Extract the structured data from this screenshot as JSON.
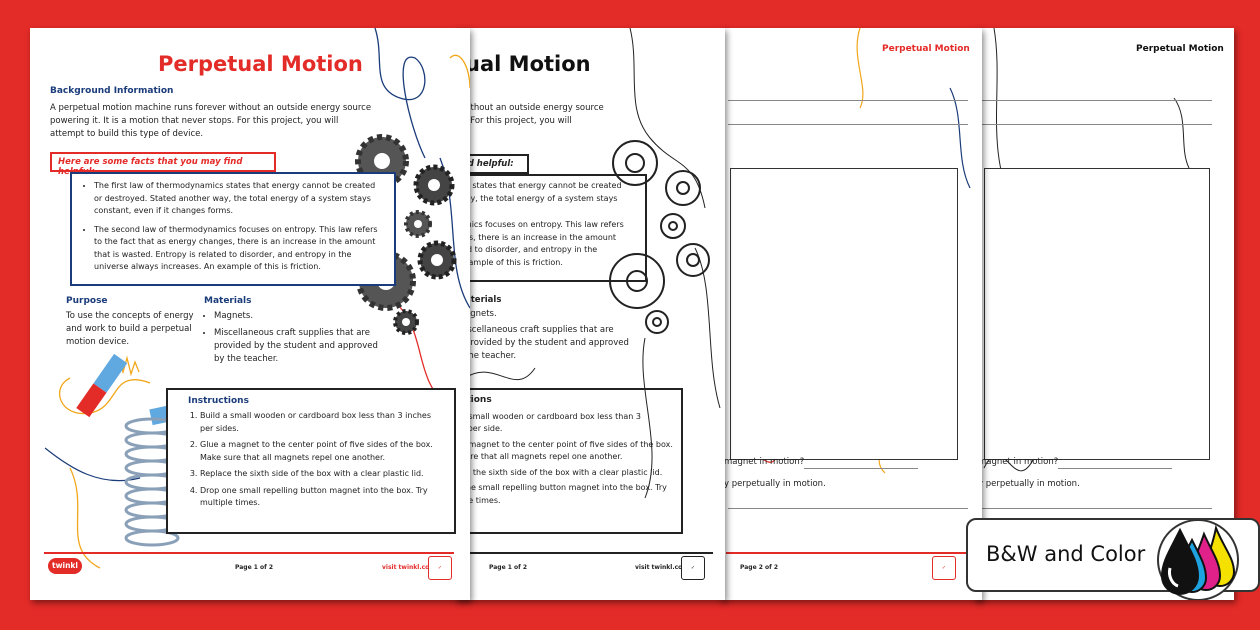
{
  "badge": {
    "label": "B&W and Color",
    "icon": "ink-drops-icon"
  },
  "colors": {
    "background": "#e32b28",
    "accent_red": "#e32b28",
    "navy": "#1b3c7a"
  },
  "sheet1": {
    "title": "Perpetual Motion",
    "bg_heading": "Background Information",
    "bg_lines": [
      "A perpetual motion machine runs forever without an outside energy source",
      "powering it. It is a motion that never stops. For this project, you will",
      "attempt to build this type of device."
    ],
    "facts_heading": "Here are some facts that you may find helpful:",
    "facts": [
      "The first law of thermodynamics states that energy cannot be created or destroyed. Stated another way, the total energy of a system stays constant, even if it changes forms.",
      "The second law of thermodynamics focuses on entropy. This law refers to the fact that as energy changes, there is an increase in the amount that is wasted. Entropy is related to disorder, and entropy in the universe always increases. An example of this is friction."
    ],
    "purpose_heading": "Purpose",
    "purpose_lines": [
      "To use the concepts of energy",
      "and work to build a perpetual",
      "motion device."
    ],
    "materials_heading": "Materials",
    "materials": [
      "Magnets.",
      "Miscellaneous craft supplies that are provided by the student and approved by the teacher."
    ],
    "instructions_heading": "Instructions",
    "instructions": [
      "Build a small wooden or cardboard box less than 3 inches per sides.",
      "Glue a magnet to the center point of five sides of the box. Make sure that all magnets repel one another.",
      "Replace the sixth side of the box with a clear plastic lid.",
      "Drop one small repelling button magnet into the box. Try multiple times."
    ],
    "logo": "twinkl",
    "page": "Page 1 of 2",
    "visit": "visit twinkl.com"
  },
  "sheet2": {
    "title": "tual Motion",
    "bg_lines": [
      "r without an outside energy source",
      "ps. For this project, you will"
    ],
    "facts_heading": "find helpful:",
    "fact_lines": [
      "ics states that energy cannot be created",
      "way, the total energy of a system stays",
      "",
      "amics focuses on entropy. This law refers",
      "ges, there is an increase in the amount",
      "ted to disorder, and entropy in the",
      "example of this is friction."
    ],
    "materials_heading": "aterials",
    "material_lines": [
      "agnets.",
      "iscellaneous craft supplies that are",
      "provided by the student and approved",
      "the teacher."
    ],
    "instructions_heading": "ctions",
    "instr_lines": [
      "a small wooden or cardboard box less than 3",
      "s per side.",
      "a magnet to the center point of five sides of the box.",
      "sure that all magnets repel one another.",
      "ce the sixth side of the box with a clear plastic lid.",
      "one small repelling button magnet into the box. Try",
      "ple times."
    ],
    "page": "Page 1 of 2",
    "visit": "visit twinkl.com"
  },
  "sheet3": {
    "title": "Perpetual Motion",
    "q1": "magnet in motion?",
    "q2": "y perpetually in motion.",
    "page": "Page 2 of 2"
  },
  "sheet4": {
    "title": "Perpetual Motion",
    "q1": "magnet in motion?",
    "q2": "y perpetually in motion."
  }
}
